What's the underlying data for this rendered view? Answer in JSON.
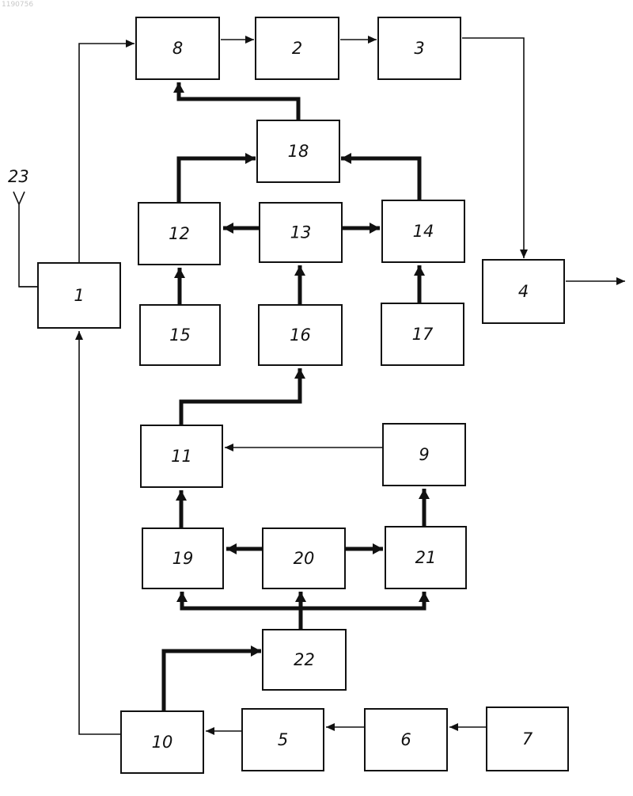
{
  "corner_mark": "1190756",
  "blocks": [
    {
      "id": "1",
      "label": "1"
    },
    {
      "id": "2",
      "label": "2"
    },
    {
      "id": "3",
      "label": "3"
    },
    {
      "id": "4",
      "label": "4"
    },
    {
      "id": "5",
      "label": "5"
    },
    {
      "id": "6",
      "label": "6"
    },
    {
      "id": "7",
      "label": "7"
    },
    {
      "id": "8",
      "label": "8"
    },
    {
      "id": "9",
      "label": "9"
    },
    {
      "id": "10",
      "label": "10"
    },
    {
      "id": "11",
      "label": "11"
    },
    {
      "id": "12",
      "label": "12"
    },
    {
      "id": "13",
      "label": "13"
    },
    {
      "id": "14",
      "label": "14"
    },
    {
      "id": "15",
      "label": "15"
    },
    {
      "id": "16",
      "label": "16"
    },
    {
      "id": "17",
      "label": "17"
    },
    {
      "id": "18",
      "label": "18"
    },
    {
      "id": "19",
      "label": "19"
    },
    {
      "id": "20",
      "label": "20"
    },
    {
      "id": "21",
      "label": "21"
    },
    {
      "id": "22",
      "label": "22"
    }
  ],
  "antenna": {
    "label": "23"
  },
  "connections": [
    {
      "from": "1",
      "to": "8",
      "bus": false
    },
    {
      "from": "8",
      "to": "2",
      "bus": false
    },
    {
      "from": "2",
      "to": "3",
      "bus": false
    },
    {
      "from": "3",
      "to": "4",
      "bus": false
    },
    {
      "from": "4",
      "to": "output",
      "bus": false
    },
    {
      "from": "18",
      "to": "8",
      "bus": true
    },
    {
      "from": "12",
      "to": "18",
      "bus": true
    },
    {
      "from": "14",
      "to": "18",
      "bus": true
    },
    {
      "from": "13",
      "to": "12",
      "bus": true
    },
    {
      "from": "13",
      "to": "14",
      "bus": true
    },
    {
      "from": "15",
      "to": "12",
      "bus": true
    },
    {
      "from": "16",
      "to": "13",
      "bus": true
    },
    {
      "from": "17",
      "to": "14",
      "bus": true
    },
    {
      "from": "11",
      "to": "16",
      "bus": true
    },
    {
      "from": "9",
      "to": "11",
      "bus": false
    },
    {
      "from": "19",
      "to": "11",
      "bus": true
    },
    {
      "from": "21",
      "to": "9",
      "bus": true
    },
    {
      "from": "20",
      "to": "19",
      "bus": true
    },
    {
      "from": "20",
      "to": "21",
      "bus": true
    },
    {
      "from": "22",
      "to": "19",
      "bus": true
    },
    {
      "from": "22",
      "to": "20",
      "bus": true
    },
    {
      "from": "22",
      "to": "21",
      "bus": true
    },
    {
      "from": "10",
      "to": "22",
      "bus": true
    },
    {
      "from": "5",
      "to": "10",
      "bus": false
    },
    {
      "from": "6",
      "to": "5",
      "bus": false
    },
    {
      "from": "7",
      "to": "6",
      "bus": false
    },
    {
      "from": "10",
      "to": "1",
      "bus": false
    },
    {
      "from": "23",
      "to": "1",
      "bus": false
    }
  ]
}
